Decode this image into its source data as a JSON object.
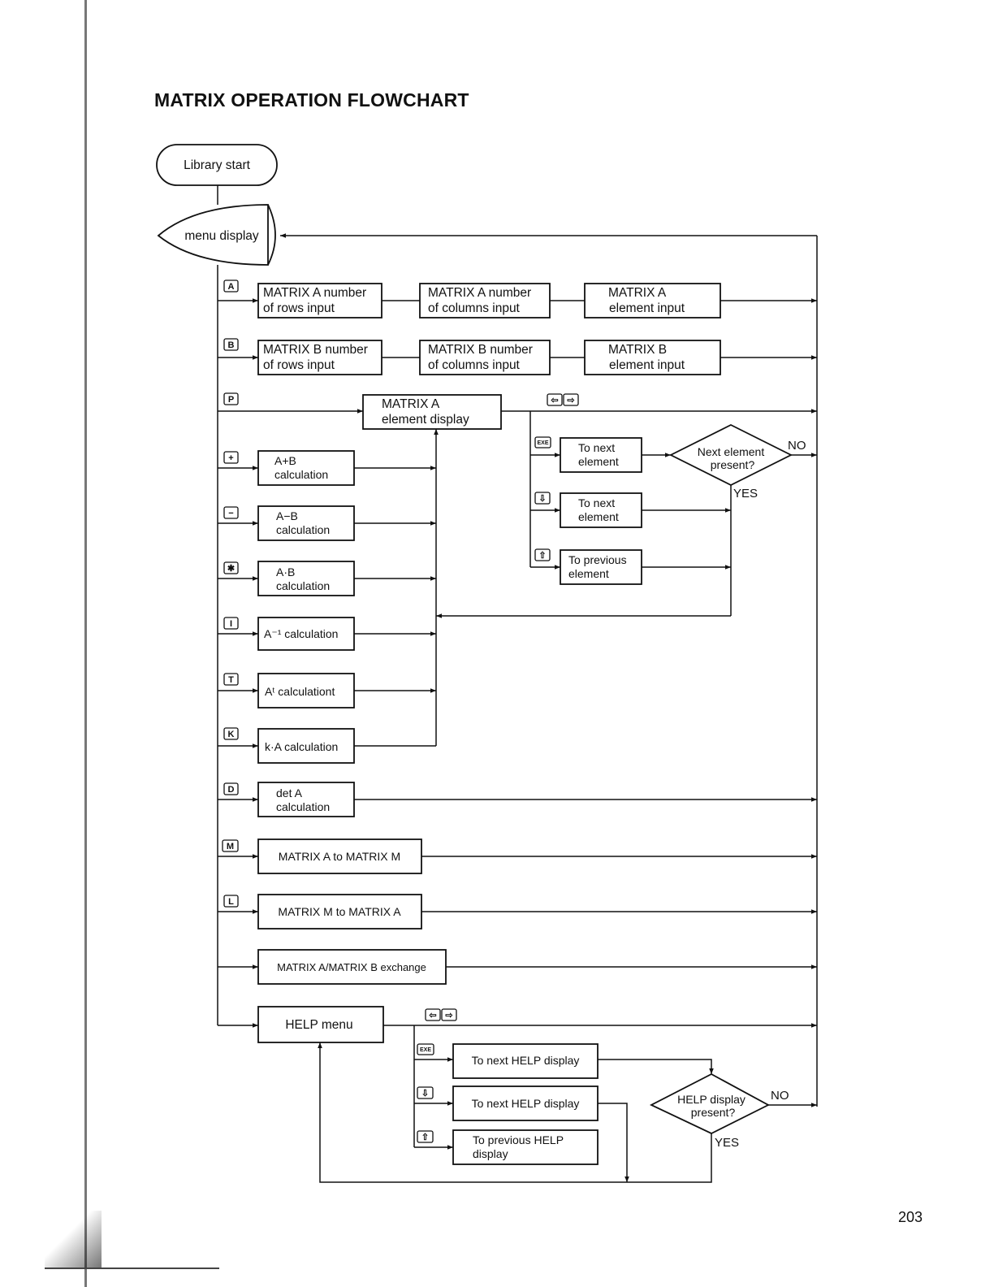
{
  "page": {
    "title": "MATRIX OPERATION FLOWCHART",
    "page_number": "203"
  },
  "keys": {
    "a": "A",
    "b": "B",
    "p": "P",
    "plus": "+",
    "minus": "−",
    "times": "✱",
    "i": "I",
    "t": "T",
    "k": "K",
    "d": "D",
    "m": "M",
    "l": "L",
    "exe": "EXE",
    "left": "⇦",
    "right": "⇨",
    "down": "⇩",
    "up": "⇧"
  },
  "nodes": {
    "library_start": "Library start",
    "menu_display": "menu display",
    "a_rows": [
      "MATRIX A number",
      "of rows input"
    ],
    "a_cols": [
      "MATRIX A number",
      "of columns input"
    ],
    "a_elem": [
      "MATRIX A",
      "element input"
    ],
    "b_rows": [
      "MATRIX B number",
      "of rows input"
    ],
    "b_cols": [
      "MATRIX B number",
      "of columns input"
    ],
    "b_elem": [
      "MATRIX B",
      "element input"
    ],
    "a_disp": [
      "MATRIX A",
      "element display"
    ],
    "add": [
      "A+B",
      "calculation"
    ],
    "sub": [
      "A−B",
      "calculation"
    ],
    "mul": [
      "A·B",
      "calculation"
    ],
    "inv": "A⁻¹ calculation",
    "trans": "Aᵗ calculationt",
    "scalar": "k·A calculation",
    "det": [
      "det A",
      "calculation"
    ],
    "a_to_m": "MATRIX A to MATRIX M",
    "m_to_a": "MATRIX M to MATRIX A",
    "exchange": "MATRIX A/MATRIX B exchange",
    "help": "HELP menu",
    "next1": [
      "To next",
      "element"
    ],
    "next2": [
      "To next",
      "element"
    ],
    "prev": [
      "To previous",
      "element"
    ],
    "next_present": [
      "Next element",
      "present?"
    ],
    "help_next1": "To next HELP display",
    "help_next2": "To next HELP display",
    "help_prev": [
      "To previous HELP",
      "display"
    ],
    "help_present": [
      "HELP display",
      "present?"
    ]
  },
  "labels": {
    "no": "NO",
    "yes": "YES"
  }
}
